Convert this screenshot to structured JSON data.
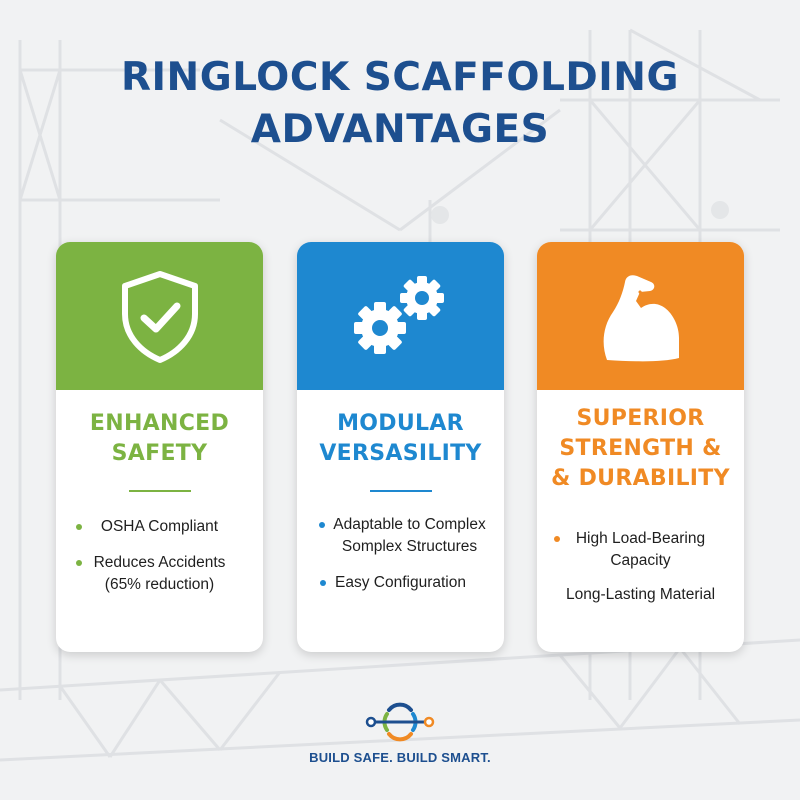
{
  "title": {
    "line1": "RINGLOCK SCAFFOLDING",
    "line2": "ADVANTAGES"
  },
  "colors": {
    "title": "#1d4f8f",
    "green": "#7cb342",
    "blue": "#1e88d0",
    "orange": "#f08a24"
  },
  "cards": [
    {
      "icon": "shield-check-icon",
      "heading_line1": "ENHANCED",
      "heading_line2": "SAFETY",
      "bullets": [
        {
          "text": "OSHA Compliant"
        },
        {
          "text_line1": "Reduces Accidents",
          "text_line2": "(65% reduction)"
        }
      ]
    },
    {
      "icon": "gears-icon",
      "heading_line1": "MODULAR",
      "heading_line2": "VERSASILITY",
      "bullets": [
        {
          "text_line1": "Adaptable to Complex",
          "text_line2": "Somplex Structures"
        },
        {
          "text": "Easy Configuration"
        }
      ]
    },
    {
      "icon": "flexed-arm-icon",
      "heading_line1": "SUPERIOR",
      "heading_line2": "STRENGTH &",
      "heading_line3": "& DURABILITY",
      "bullets": [
        {
          "text_line1": "High Load-Bearing",
          "text_line2": "Capacity"
        },
        {
          "text": "Long-Lasting Material"
        }
      ]
    }
  ],
  "footer": {
    "logo": "ringlock-connector-logo-icon",
    "tagline": "BUILD SAFE. BUILD SMART."
  }
}
